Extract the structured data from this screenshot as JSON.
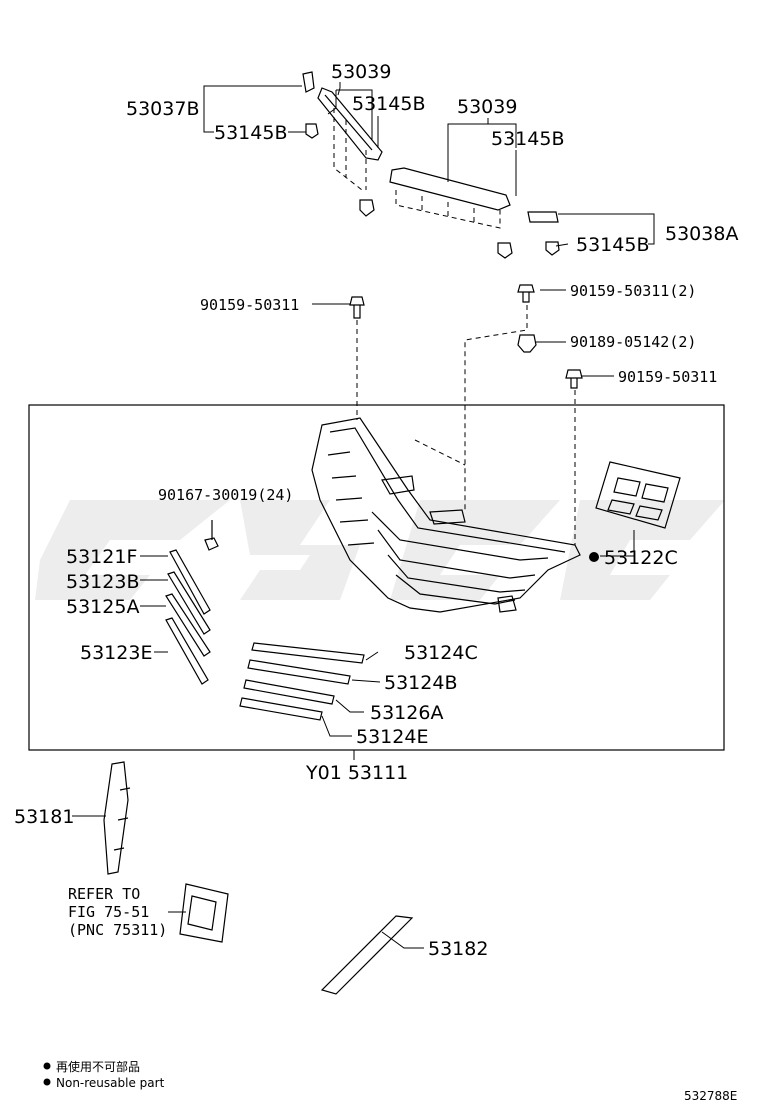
{
  "watermark_colors": {
    "fill": "#cccccc"
  },
  "assembly_label": "Y01 53111",
  "labels": {
    "p53039_a": "53039",
    "p53037B": "53037B",
    "p53145B_a": "53145B",
    "p53145B_b": "53145B",
    "p53039_b": "53039",
    "p53145B_c": "53145B",
    "p53145B_d": "53145B",
    "p53038A": "53038A",
    "p90159_a": "90159-50311",
    "p90159_b": "90159-50311(2)",
    "p90189": "90189-05142(2)",
    "p90159_c": "90159-50311",
    "p90167": "90167-30019(24)",
    "p53121F": "53121F",
    "p53123B": "53123B",
    "p53125A": "53125A",
    "p53123E": "53123E",
    "p53122C": "53122C",
    "p53124C": "53124C",
    "p53124B": "53124B",
    "p53126A": "53126A",
    "p53124E": "53124E",
    "p53181": "53181",
    "p53182": "53182"
  },
  "refer": {
    "line1": "REFER TO",
    "line2": "FIG 75-51",
    "line3": "(PNC 75311)"
  },
  "legend": {
    "cn": "再使用不可部品",
    "en": "Non-reusable part"
  },
  "figure_id": "532788E"
}
